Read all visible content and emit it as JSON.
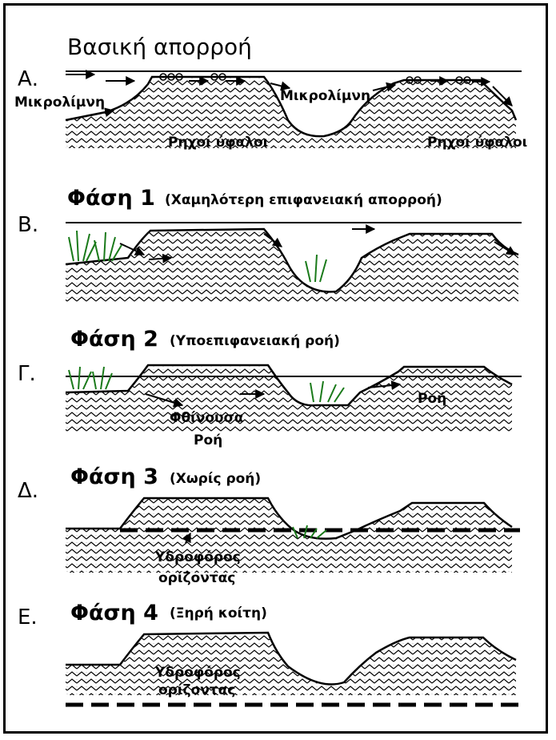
{
  "panelA": {
    "title": "Βασική απορροή",
    "letter": "Α.",
    "label_pool_left": "Μικρολίμνη",
    "label_pool_right": "Μικρολίμνη",
    "label_riffle_left": "Ρηχοί ύφαλοι",
    "label_riffle_right": "Ρηχοί ύφαλοι"
  },
  "panelB": {
    "letter": "Β.",
    "phase": "Φάση 1",
    "subtitle": "(Χαμηλότερη επιφανειακή απορροή)"
  },
  "panelG": {
    "letter": "Γ.",
    "phase": "Φάση 2",
    "subtitle": "(Υποεπιφανειακή ροή)",
    "label_flow_1": "Φθίνουσα",
    "label_flow_2": "Ροή",
    "label_flow_right": "Ροή"
  },
  "panelD": {
    "letter": "Δ.",
    "phase": "Φάση 3",
    "subtitle": "(Χωρίς ροή)",
    "label_wt_1": "Υδροφόρος",
    "label_wt_2": "ορίζοντας"
  },
  "panelE": {
    "letter": "Ε.",
    "phase": "Φάση 4",
    "subtitle": "(Ξηρή κοίτη)",
    "label_wt_1": "Υδροφόρος",
    "label_wt_2": "ορίζοντας"
  }
}
